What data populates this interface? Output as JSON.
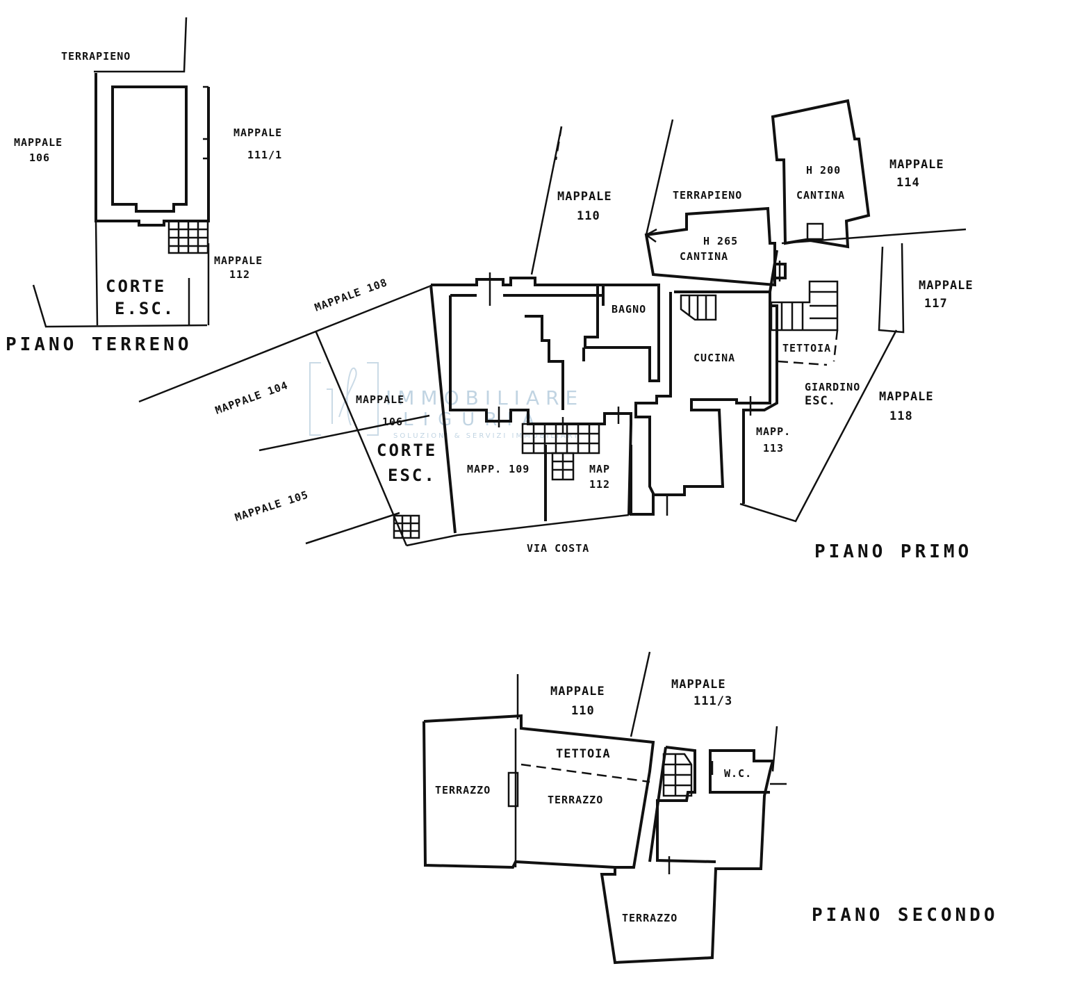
{
  "watermark": {
    "line1": "IMMOBILIARE",
    "line2": "LIGURIA",
    "line3": "SOLUZIONI & SERVIZI IMMOBILIARI",
    "accent_color": "#8fb2cc"
  },
  "floors": {
    "ground": {
      "title": "PIANO TERRENO",
      "labels": {
        "terrapieno": "TERRAPIENO",
        "mappale_106_a": "MAPPALE",
        "mappale_106_b": "106",
        "mappale_111_a": "MAPPALE",
        "mappale_111_b": "111/1",
        "mappale_112_a": "MAPPALE",
        "mappale_112_b": "112",
        "corte_a": "CORTE",
        "corte_b": "E.SC."
      }
    },
    "first": {
      "title": "PIANO PRIMO",
      "labels": {
        "mappale_110_a": "MAPPALE",
        "mappale_110_b": "110",
        "terrapieno": "TERRAPIENO",
        "cantina_h200_a": "H 200",
        "cantina_h200_b": "CANTINA",
        "mappale_114_a": "MAPPALE",
        "mappale_114_b": "114",
        "cantina_h265_a": "H 265",
        "cantina_h265_b": "CANTINA",
        "mappale_108": "MAPPALE 108",
        "bagno": "BAGNO",
        "mappale_117_a": "MAPPALE",
        "mappale_117_b": "117",
        "cucina": "CUCINA",
        "tettoia": "TETTOIA",
        "giardino_a": "GIARDINO",
        "giardino_b": "ESC.",
        "mappale_118_a": "MAPPALE",
        "mappale_118_b": "118",
        "mappale_104": "MAPPALE 104",
        "mappale_106_a": "MAPPALE",
        "mappale_106_b": "106",
        "corte_a": "CORTE",
        "corte_b": "ESC.",
        "mapp_113_a": "MAPP.",
        "mapp_113_b": "113",
        "mapp_109": "MAPP. 109",
        "map_112_a": "MAP",
        "map_112_b": "112",
        "mappale_105": "MAPPALE 105",
        "via_costa": "VIA COSTA"
      }
    },
    "second": {
      "title": "PIANO SECONDO",
      "labels": {
        "mappale_110_a": "MAPPALE",
        "mappale_110_b": "110",
        "mappale_111_a": "MAPPALE",
        "mappale_111_b": "111/3",
        "tettoia": "TETTOIA",
        "terrazzo_left": "TERRAZZO",
        "terrazzo_center": "TERRAZZO",
        "wc": "W.C.",
        "terrazzo_bottom": "TERRAZZO"
      }
    }
  }
}
